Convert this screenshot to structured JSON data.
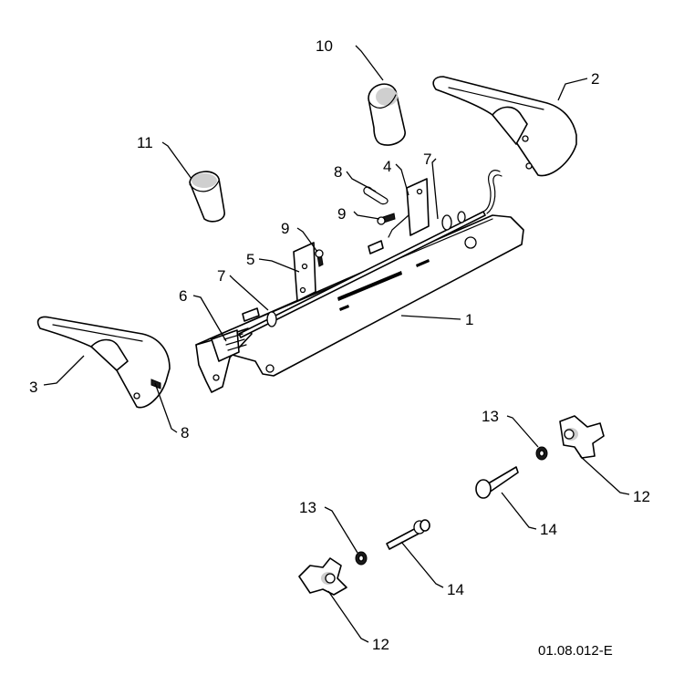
{
  "callouts": {
    "c1": "1",
    "c2": "2",
    "c3": "3",
    "c4": "4",
    "c5": "5",
    "c6": "6",
    "c7a": "7",
    "c7b": "7",
    "c8a": "8",
    "c8b": "8",
    "c9a": "9",
    "c9b": "9",
    "c10": "10",
    "c11": "11",
    "c12a": "12",
    "c12b": "12",
    "c13a": "13",
    "c13b": "13",
    "c14a": "14",
    "c14b": "14"
  },
  "drawing_reference": "01.08.012-E"
}
